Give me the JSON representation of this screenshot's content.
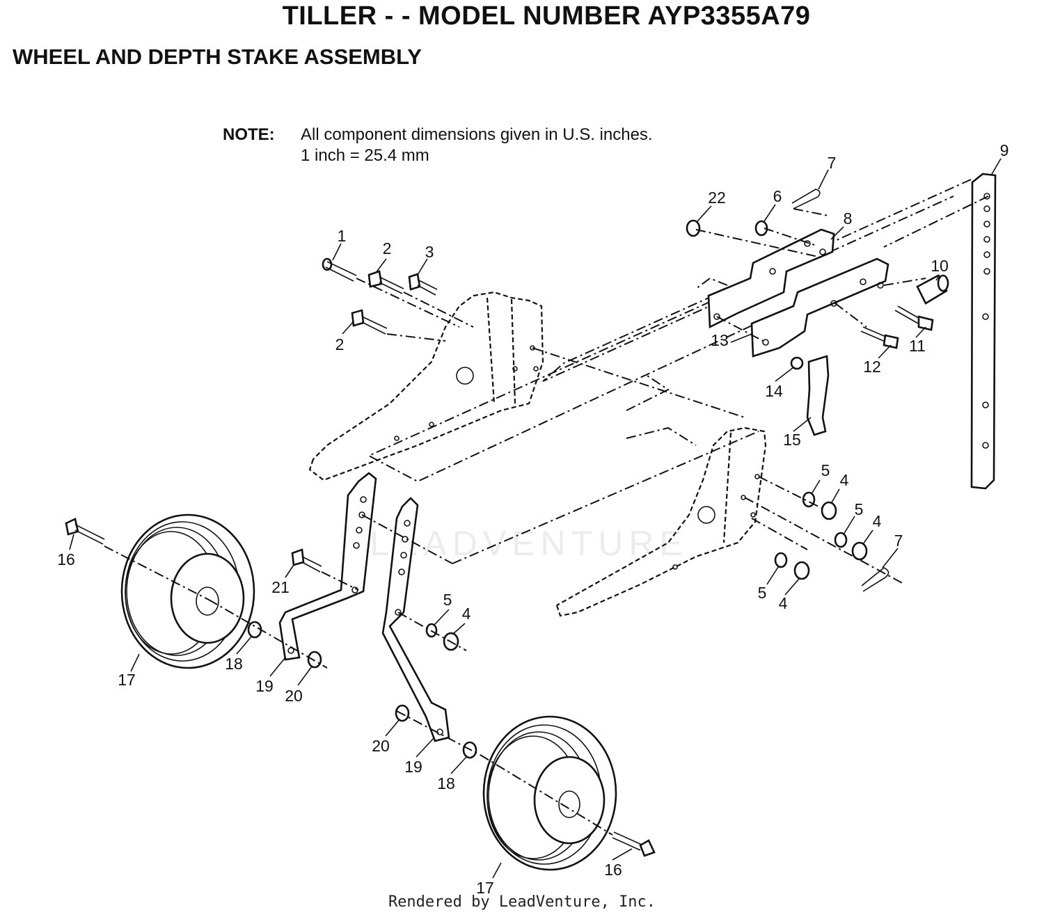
{
  "header": {
    "title": "TILLER - - MODEL NUMBER AYP3355A79",
    "subtitle": "WHEEL AND DEPTH STAKE ASSEMBLY"
  },
  "note": {
    "label": "NOTE:",
    "line1": "All component dimensions given in U.S. inches.",
    "line2": "1 inch = 25.4 mm"
  },
  "watermark": "LEADVENTURE",
  "footer": "Rendered by LeadVenture, Inc.",
  "callouts": {
    "c1": "1",
    "c2a": "2",
    "c2b": "2",
    "c3": "3",
    "c4a": "4",
    "c4b": "4",
    "c4c": "4",
    "c4d": "4",
    "c5a": "5",
    "c5b": "5",
    "c5c": "5",
    "c5d": "5",
    "c6": "6",
    "c7a": "7",
    "c7b": "7",
    "c8": "8",
    "c9": "9",
    "c10": "10",
    "c11": "11",
    "c12": "12",
    "c13": "13",
    "c14": "14",
    "c15": "15",
    "c16a": "16",
    "c16b": "16",
    "c17a": "17",
    "c17b": "17",
    "c18a": "18",
    "c18b": "18",
    "c19a": "19",
    "c19b": "19",
    "c20a": "20",
    "c20b": "20",
    "c21": "21",
    "c22": "22"
  }
}
